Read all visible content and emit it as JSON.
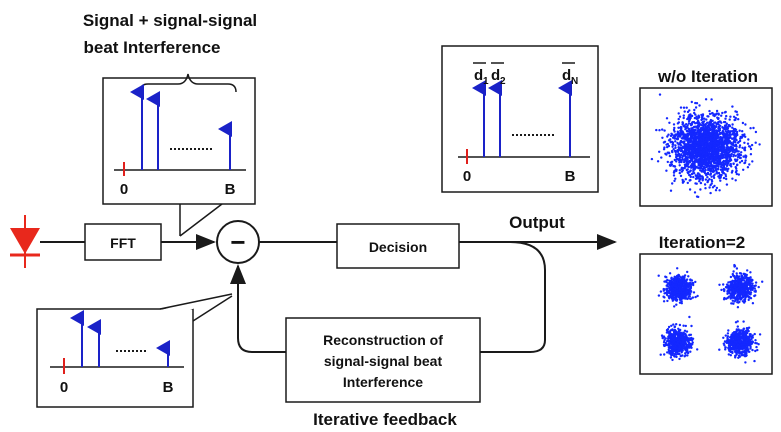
{
  "labels": {
    "callout_top_line1": "Signal + signal-signal",
    "callout_top_line2": "beat Interference",
    "fft": "FFT",
    "decision": "Decision",
    "output": "Output",
    "reconstruction_line1": "Reconstruction of",
    "reconstruction_line2": "signal-signal beat",
    "reconstruction_line3": "Interference",
    "iterative_feedback": "Iterative feedback",
    "wo_iteration": "w/o Iteration",
    "iteration2": "Iteration=2",
    "axis_zero": "0",
    "axis_b": "B",
    "d1_base": "d",
    "d1_sub": "1",
    "d2_base": "d",
    "d2_sub": "2",
    "dN_base": "d",
    "dN_sub": "N",
    "subtract_sign": "−"
  },
  "colors": {
    "line": "#1a1a1a",
    "arrow_blue": "#1a22c8",
    "tick_red": "#e0201c",
    "photodiode": "#e8281c",
    "scatter_blue": "#1428ff"
  },
  "icons": {
    "photodiode": "photodiode-icon",
    "subtractor": "subtractor-icon"
  }
}
